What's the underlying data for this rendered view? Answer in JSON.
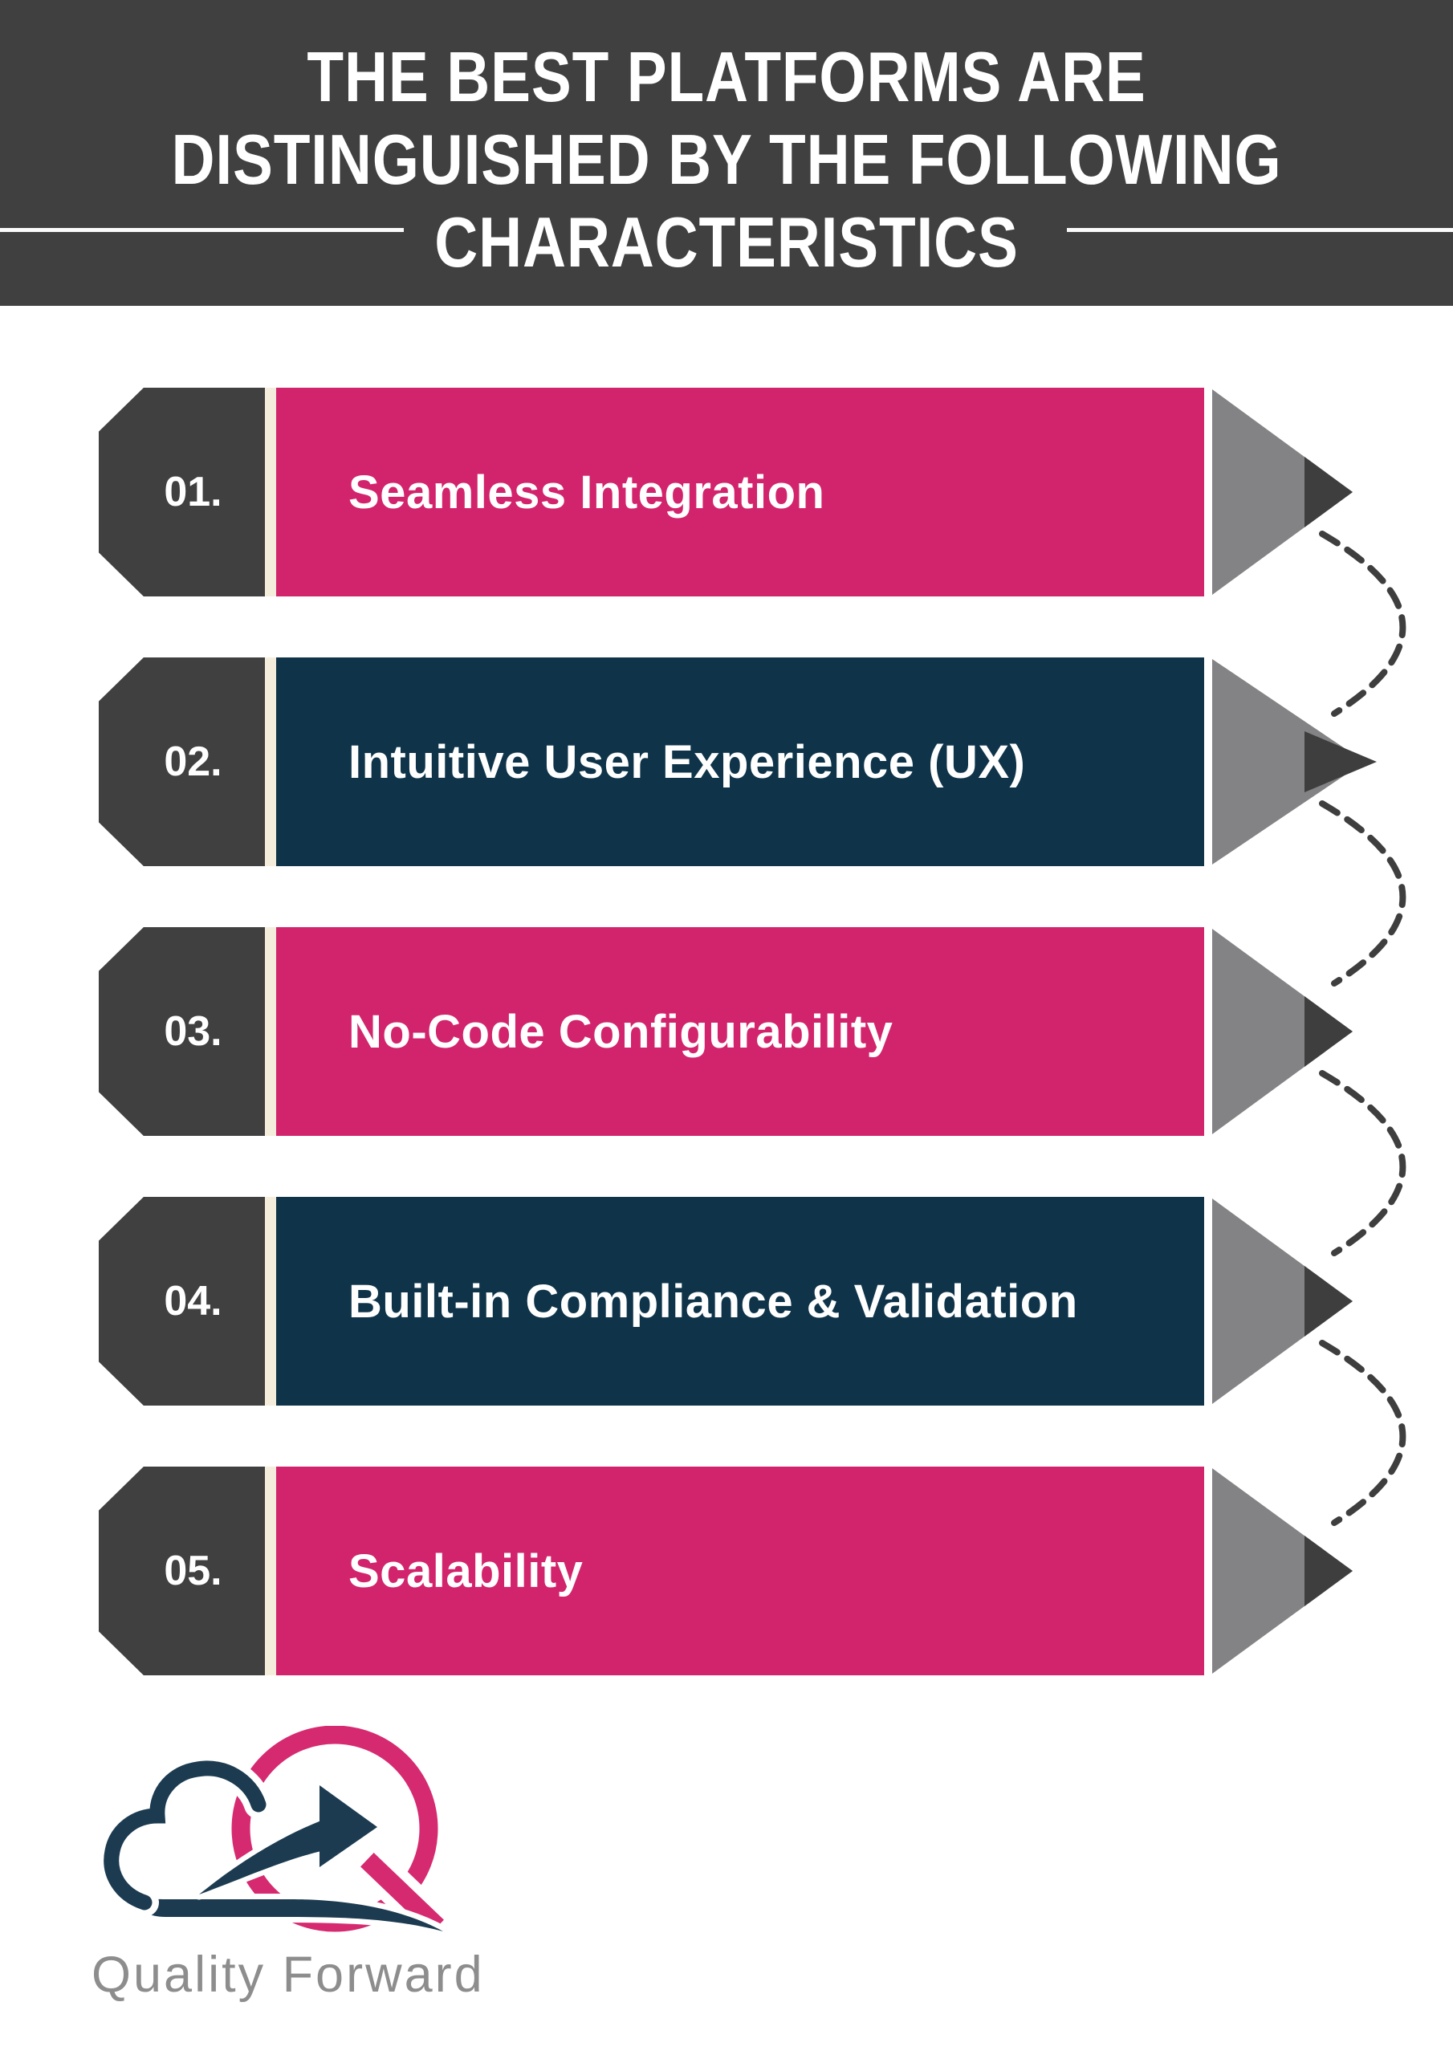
{
  "header": {
    "title_line1": "THE BEST PLATFORMS ARE",
    "title_line2": "DISTINGUISHED BY THE FOLLOWING",
    "title_line3": "CHARACTERISTICS",
    "background": "#404040",
    "text_color": "#ffffff"
  },
  "bars": [
    {
      "number": "01.",
      "label": "Seamless Integration",
      "color": "#d2246c"
    },
    {
      "number": "02.",
      "label": "Intuitive User Experience (UX)",
      "color": "#0f344a"
    },
    {
      "number": "03.",
      "label": "No-Code Configurability",
      "color": "#d2246c"
    },
    {
      "number": "04.",
      "label": "Built-in Compliance & Validation",
      "color": "#0f344a"
    },
    {
      "number": "05.",
      "label": "Scalability",
      "color": "#d2246c"
    }
  ],
  "palette": {
    "charcoal": "#404040",
    "pink": "#d2246c",
    "navy": "#0f344a",
    "cream_stripe": "#f5eddb",
    "pencil_wood_gray": "#838385",
    "pencil_lead_dark": "#3e3e3e",
    "connector_dash": "#3e3e3e"
  },
  "logo": {
    "text": "Quality Forward",
    "cloud_icon_color": "#1c3b51",
    "q_ring_color": "#d62a70",
    "text_color": "#8d8d8d"
  }
}
